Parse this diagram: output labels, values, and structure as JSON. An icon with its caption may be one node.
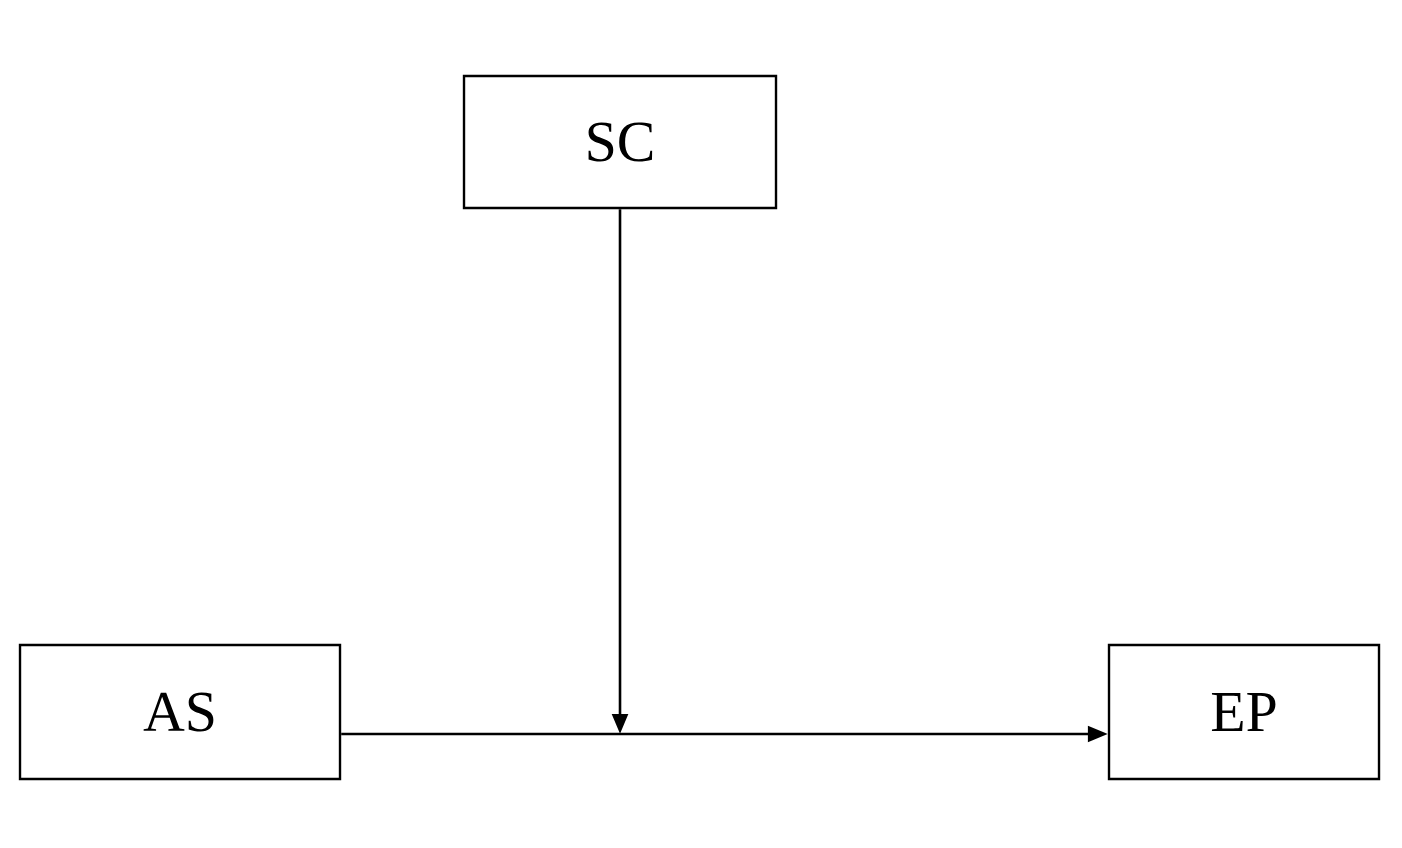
{
  "diagram": {
    "nodes": [
      {
        "text": [
          "AS"
        ]
      },
      {
        "text": [
          "SC"
        ]
      },
      {
        "text": [
          "EP"
        ]
      }
    ],
    "edges": [
      {
        "from": 0,
        "to": 2,
        "arrow": "to"
      },
      {
        "from": 1,
        "to": null,
        "arrow": "to"
      }
    ]
  }
}
